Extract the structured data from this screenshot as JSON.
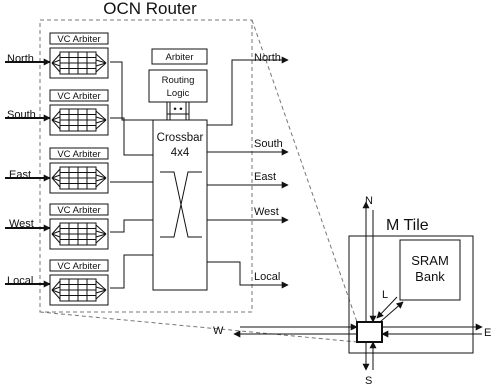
{
  "router": {
    "title": "OCN Router",
    "vc_arbiter_label": "VC Arbiter",
    "arbiter_label": "Arbiter",
    "routing_label_line1": "Routing",
    "routing_label_line2": "Logic",
    "routing_dots": "• •",
    "crossbar_line1": "Crossbar",
    "crossbar_line2": "4x4",
    "inputs": [
      "North",
      "South",
      "East",
      "West",
      "Local"
    ],
    "outputs": [
      "North",
      "South",
      "East",
      "West",
      "Local"
    ]
  },
  "tile": {
    "title": "M Tile",
    "sram_line1": "SRAM",
    "sram_line2": "Bank",
    "port_n": "N",
    "port_s": "S",
    "port_e": "E",
    "port_w": "W",
    "port_l": "L"
  },
  "colors": {
    "stroke": "#111111",
    "dashed": "#777777",
    "background": "#ffffff"
  }
}
